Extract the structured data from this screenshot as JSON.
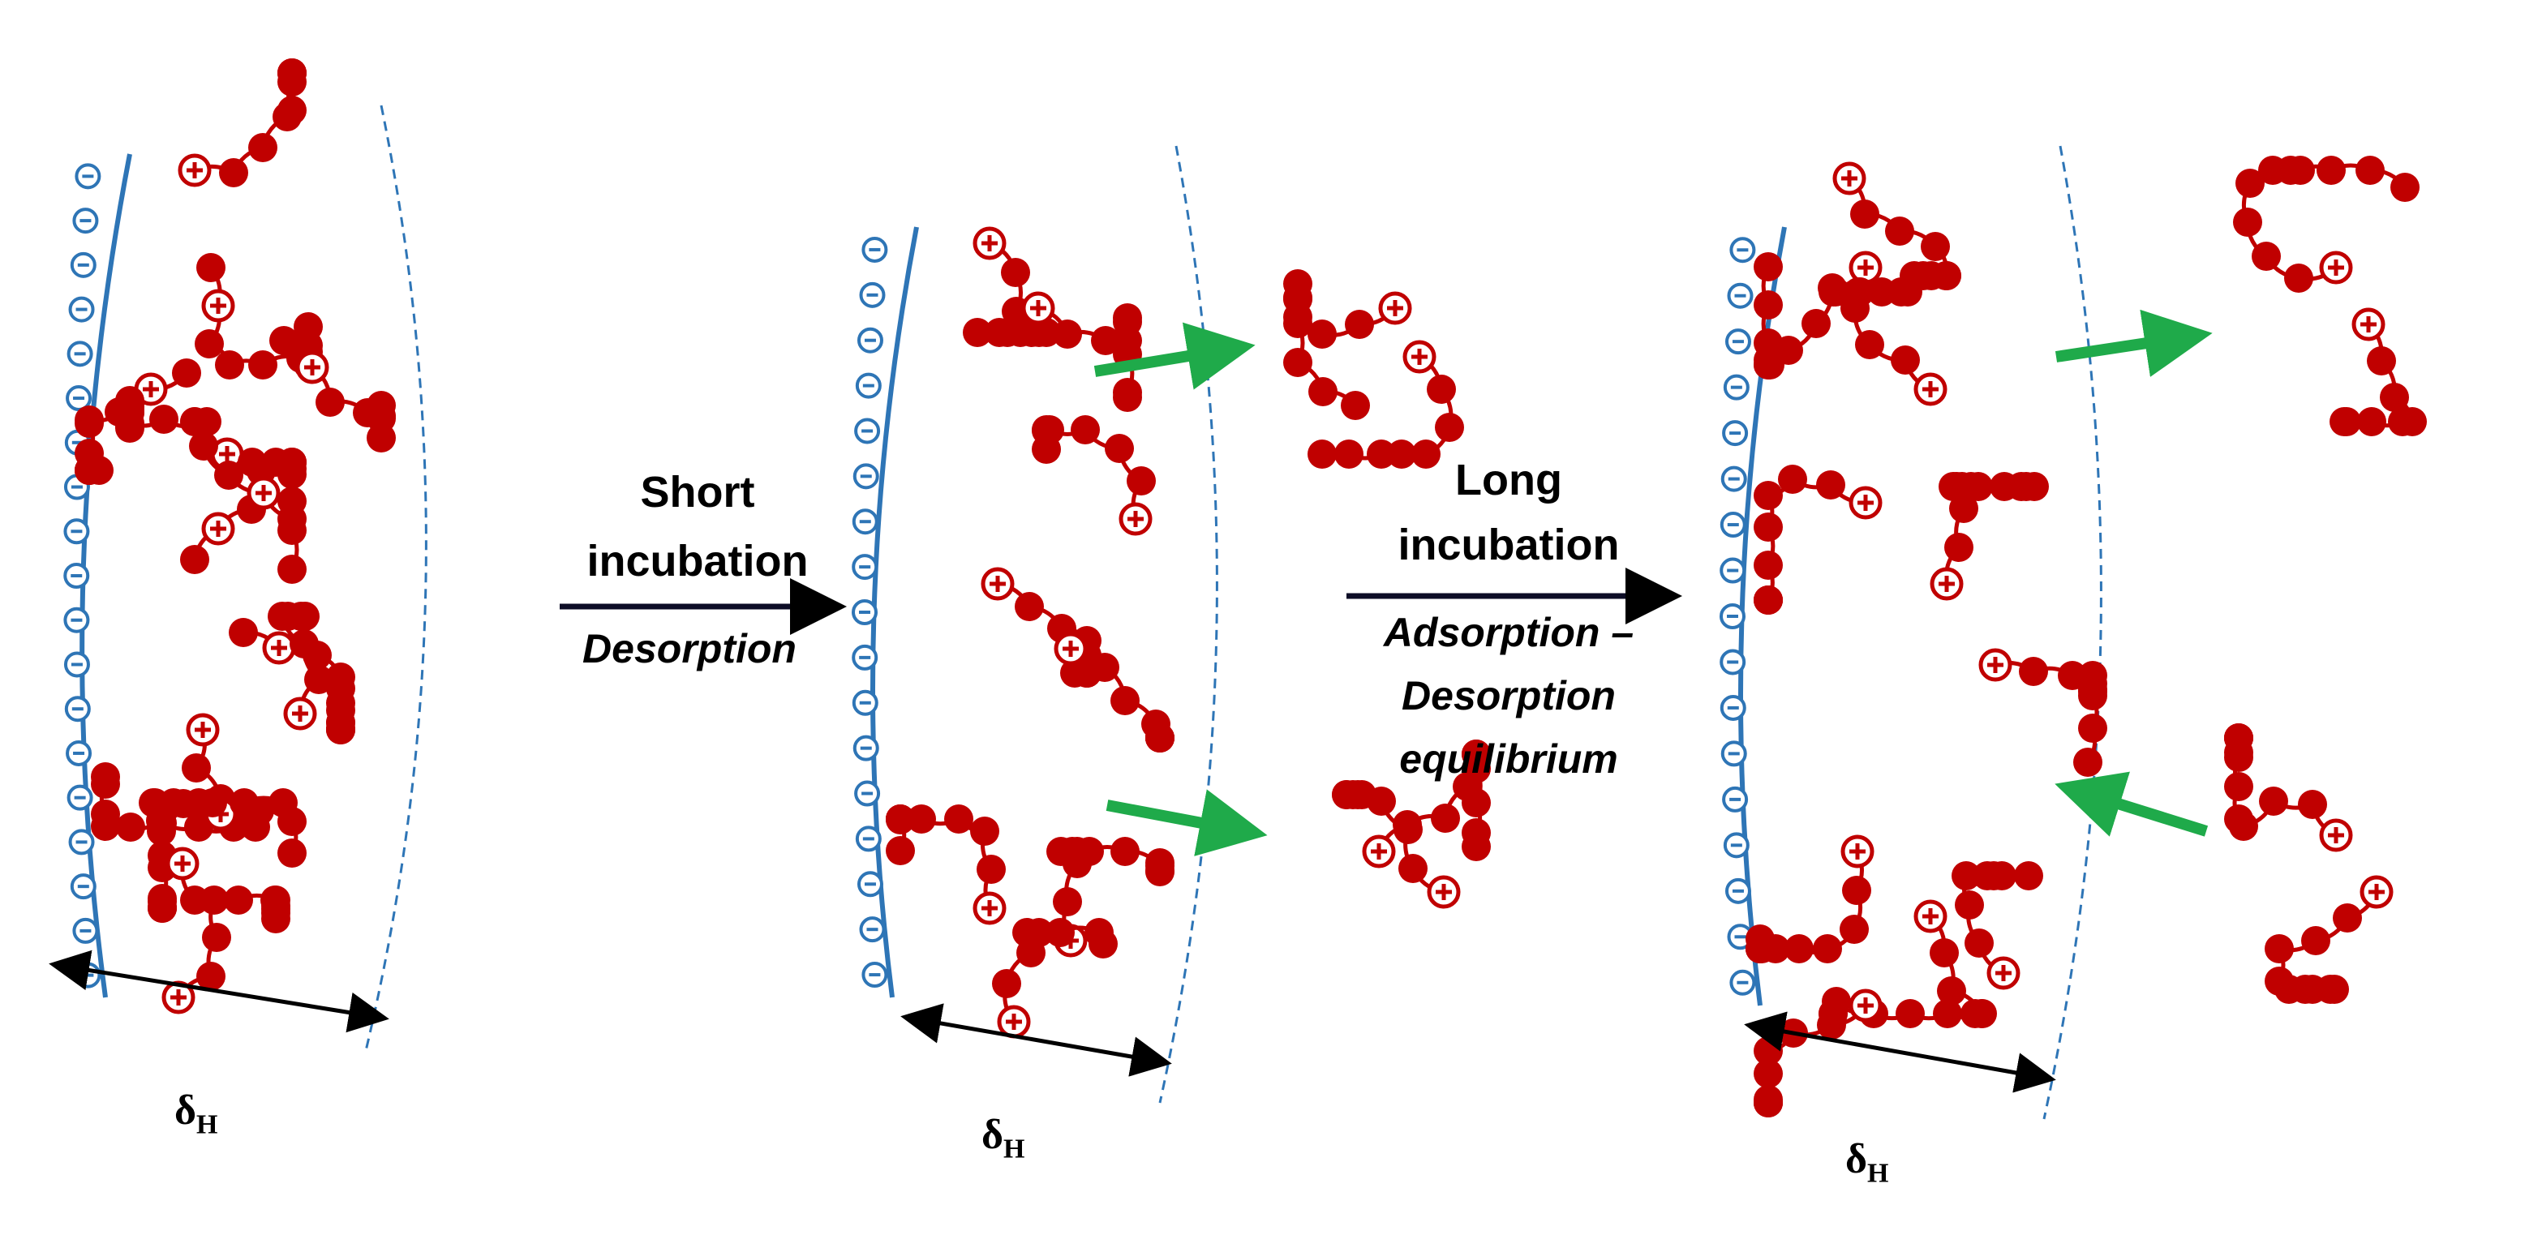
{
  "colors": {
    "polymer": "#c00000",
    "surface": "#2e75b6",
    "arrow_exchange": "#1faa4a",
    "arrow_process": "#0d0d26"
  },
  "icons": {
    "negative_charge": "minus-in-circle",
    "positive_charge": "plus-in-circle",
    "monomer": "filled-circle"
  },
  "thickness_label": "δ",
  "thickness_subscript": "H",
  "step1": {
    "title_line1": "Short",
    "title_line2": "incubation",
    "subtitle": "Desorption"
  },
  "step2": {
    "title_line1": "Long",
    "title_line2": "incubation",
    "subtitle_line1": "Adsorption –",
    "subtitle_line2": "Desorption",
    "subtitle_line3": "equilibrium"
  }
}
